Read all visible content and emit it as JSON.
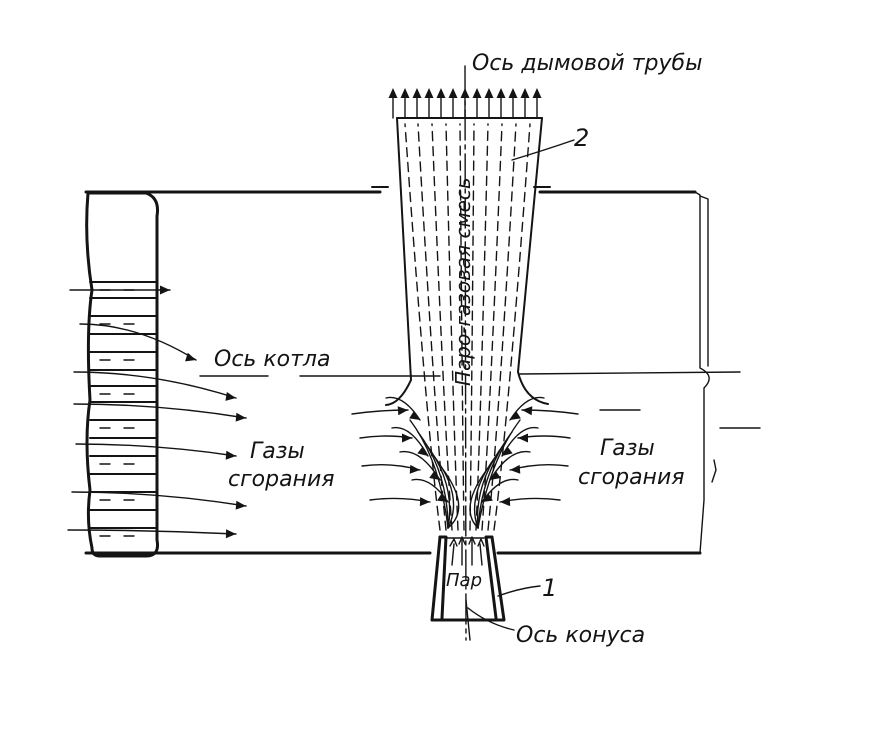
{
  "labels": {
    "chimney_axis": "Ось дымовой трубы",
    "boiler_axis": "Ось котла",
    "gases_left_1": "Газы",
    "gases_left_2": "сгорания",
    "gases_right_1": "Газы",
    "gases_right_2": "сгорания",
    "mixture": "Паро-газовая смесь",
    "steam": "Пар",
    "cone_axis": "Ось конуса",
    "callout_1": "1",
    "callout_2": "2"
  },
  "colors": {
    "ink": "#141414",
    "background": "#ffffff"
  }
}
